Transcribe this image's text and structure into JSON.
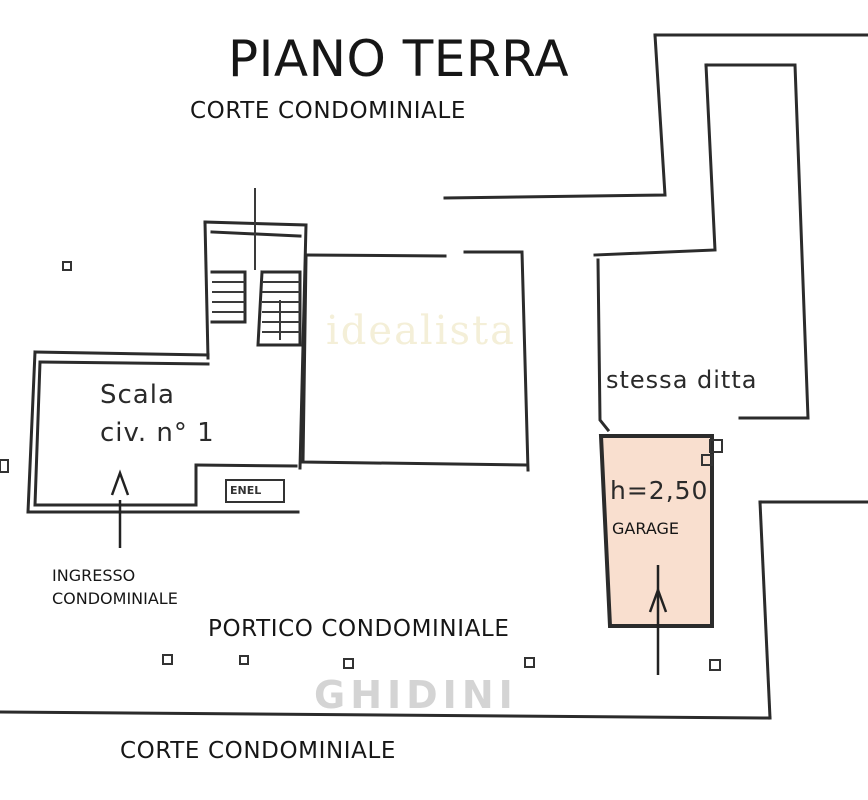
{
  "plan": {
    "title": "PIANO TERRA",
    "corte_top": "CORTE CONDOMINIALE",
    "corte_bottom": "CORTE CONDOMINIALE",
    "portico": "PORTICO CONDOMINIALE",
    "scala_line1": "Scala",
    "scala_line2": "civ. n° 1",
    "ingresso_line1": "INGRESSO",
    "ingresso_line2": "CONDOMINIALE",
    "stessa_ditta": "stessa ditta",
    "garage_height": "h=2,50",
    "garage_label": "GARAGE",
    "enel": "ENEL",
    "watermark_main": "GHIDINI",
    "watermark_faint": "idealista",
    "garage_fill": "#f9dfcf",
    "wall_color": "#2b2b2b"
  }
}
